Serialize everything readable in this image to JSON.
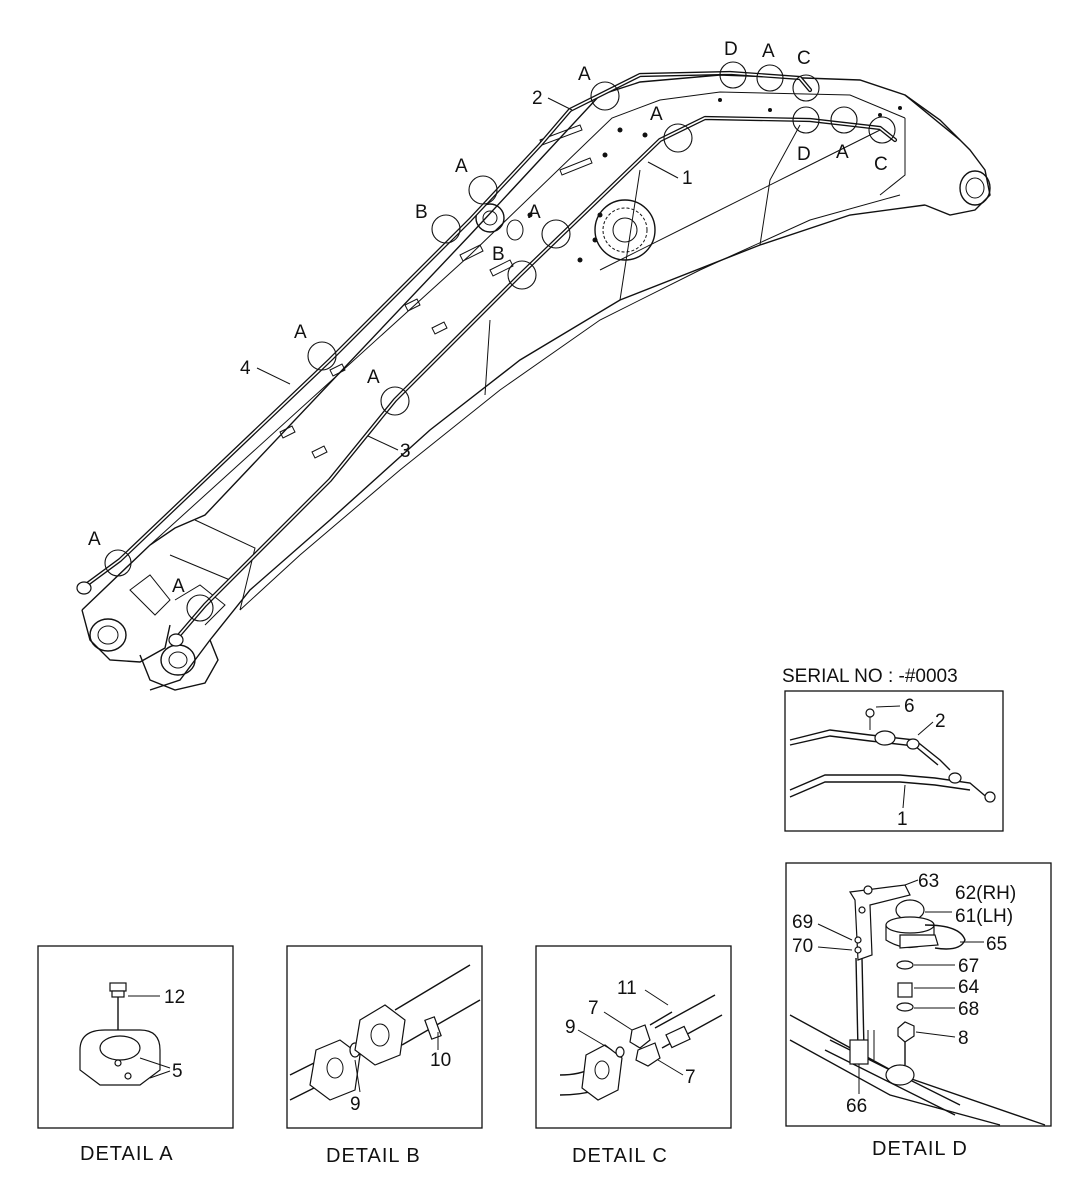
{
  "main": {
    "pipe_labels": [
      "1",
      "2",
      "3",
      "4"
    ],
    "detail_markers": {
      "a": "A",
      "b": "B",
      "c": "C",
      "d": "D"
    }
  },
  "serial_box": {
    "title": "SERIAL NO : -#0003",
    "labels": [
      "6",
      "2",
      "1"
    ]
  },
  "detail_a": {
    "caption": "DETAIL  A",
    "labels": [
      "12",
      "5"
    ]
  },
  "detail_b": {
    "caption": "DETAIL  B",
    "labels": [
      "10",
      "9"
    ]
  },
  "detail_c": {
    "caption": "DETAIL  C",
    "labels": [
      "11",
      "7",
      "9",
      "7"
    ]
  },
  "detail_d": {
    "caption": "DETAIL  D",
    "labels": [
      "63",
      "62(RH)",
      "61(LH)",
      "69",
      "70",
      "65",
      "67",
      "64",
      "68",
      "8",
      "66"
    ]
  }
}
